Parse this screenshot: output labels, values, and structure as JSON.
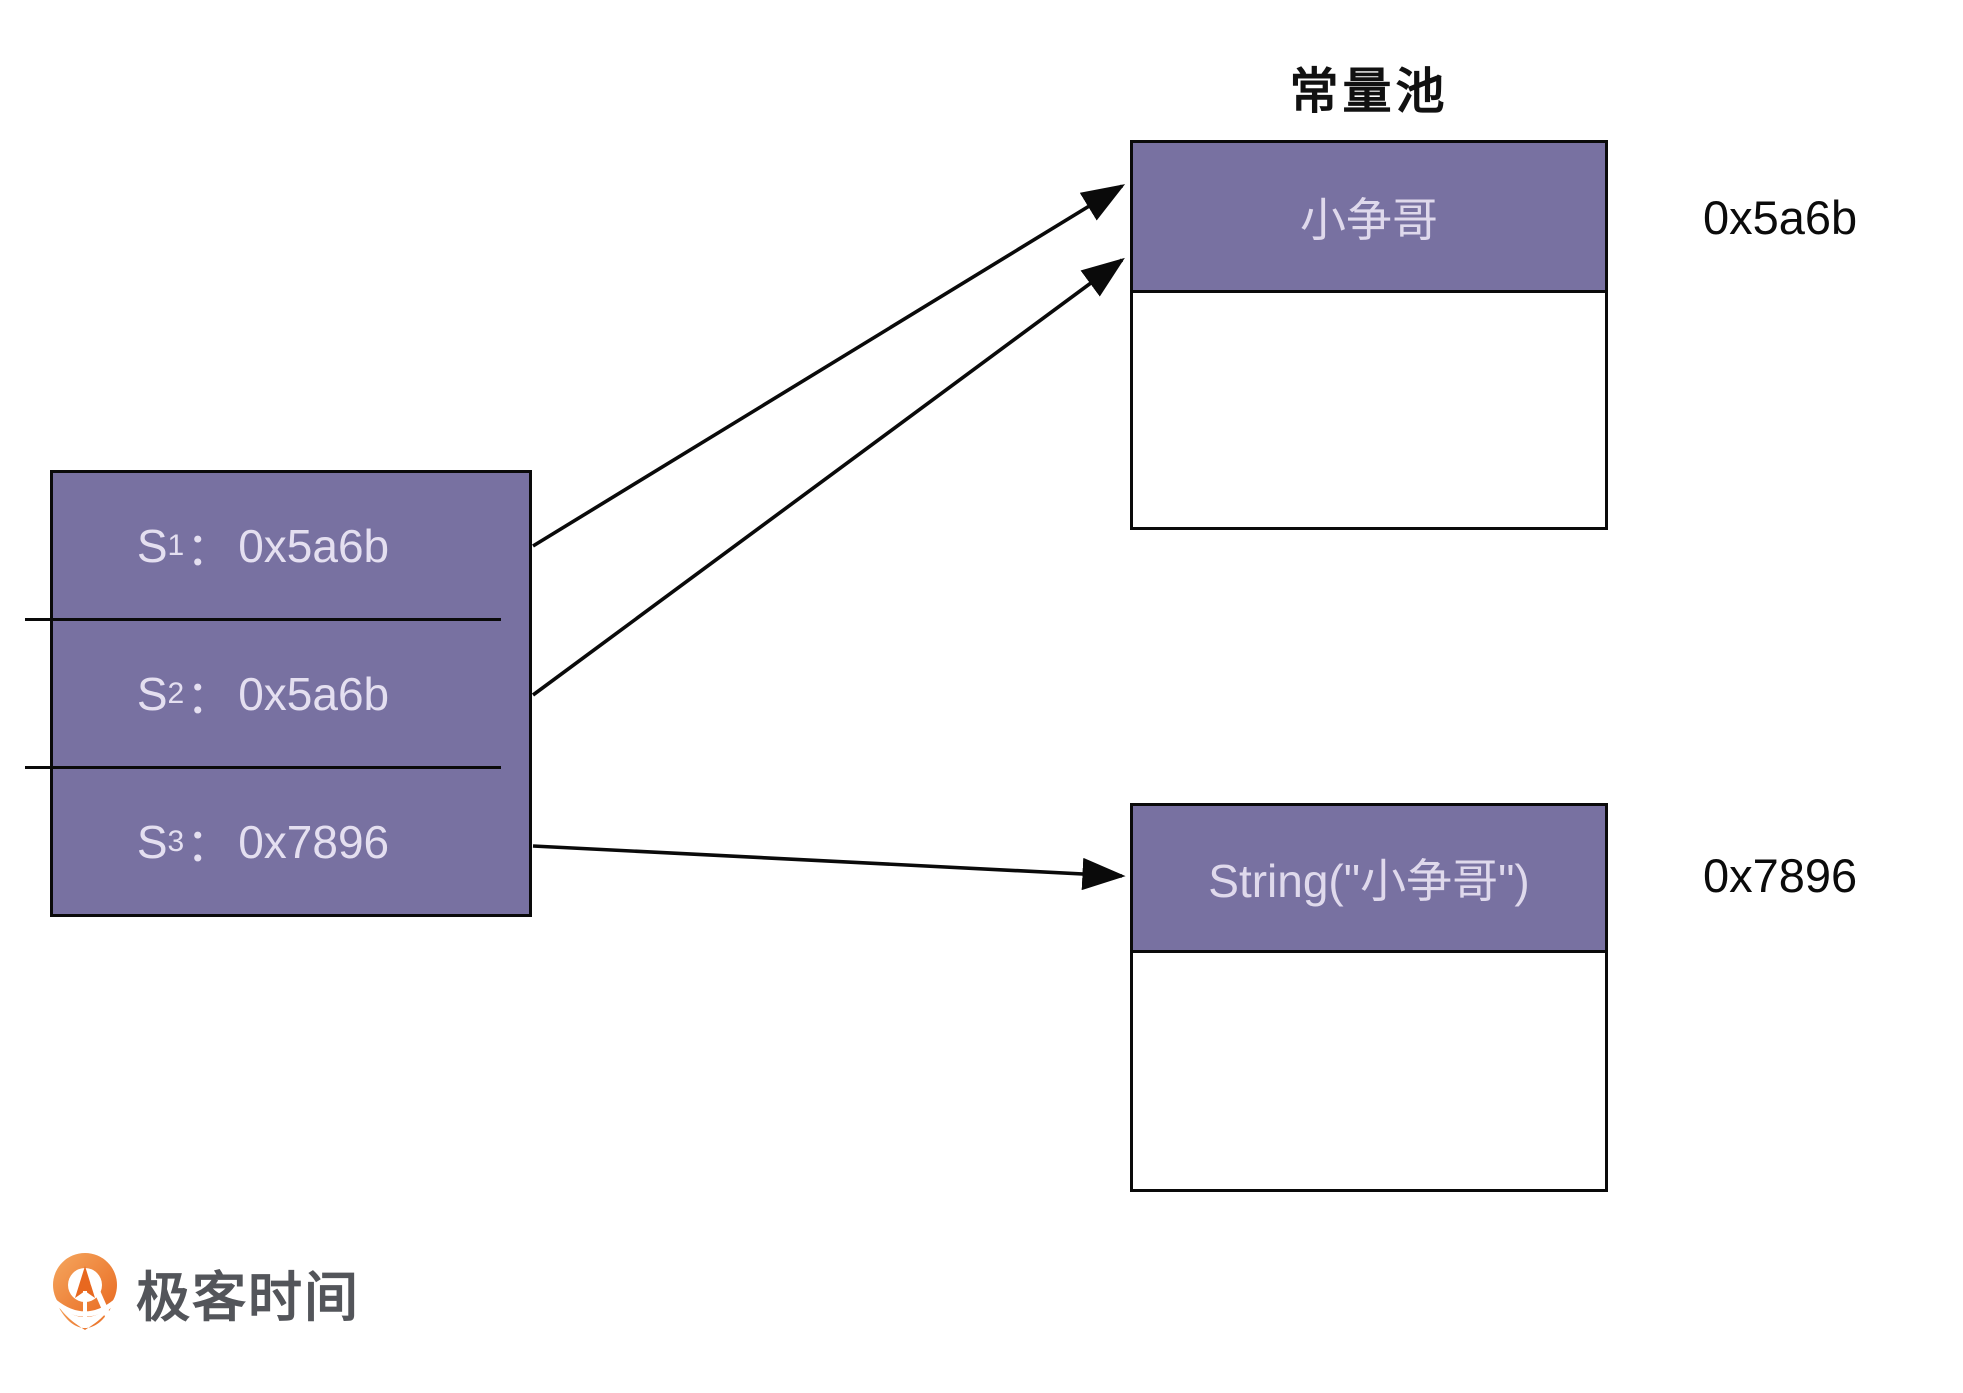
{
  "title": "常量池",
  "left_table": {
    "rows": [
      {
        "label": "S",
        "sub": "1",
        "colon": "：",
        "value": "0x5a6b"
      },
      {
        "label": "S",
        "sub": "2",
        "colon": "：",
        "value": "0x5a6b"
      },
      {
        "label": "S",
        "sub": "3",
        "colon": "：",
        "value": "0x7896"
      }
    ]
  },
  "pool_box": {
    "header": "小争哥",
    "address": "0x5a6b"
  },
  "heap_box": {
    "header": "String(\"小争哥\")",
    "address": "0x7896"
  },
  "edges": [
    {
      "from": "S1",
      "to": "constant-pool-entry"
    },
    {
      "from": "S2",
      "to": "constant-pool-entry"
    },
    {
      "from": "S3",
      "to": "heap-string-object"
    }
  ],
  "logo": {
    "text": "极客时间"
  },
  "colors": {
    "box_purple": "#7871A1",
    "box_text_light": "#E4DFF0",
    "line_black": "#0a0a0a",
    "logo_orange": "#EA7125",
    "logo_text_gray": "#53555A"
  }
}
